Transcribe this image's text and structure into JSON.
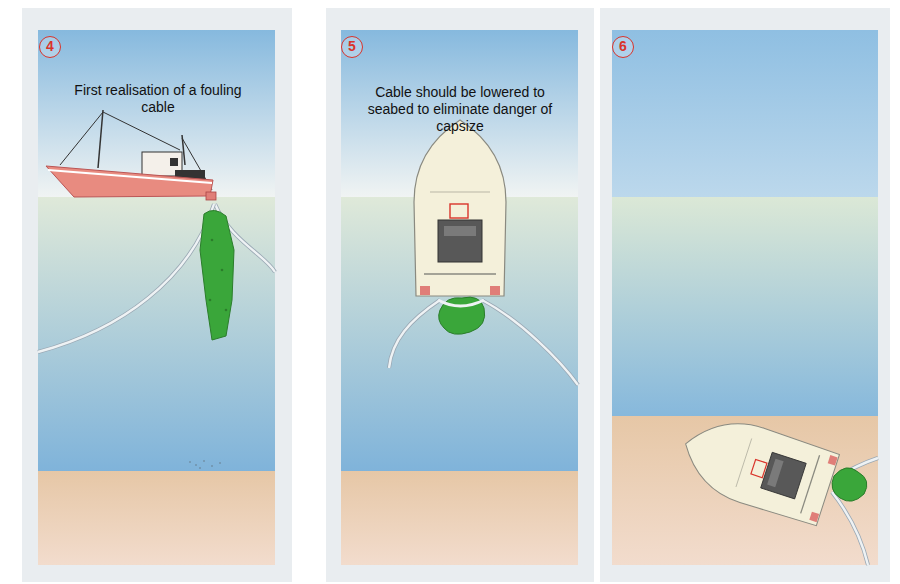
{
  "diagram": {
    "nodes": [
      {
        "text": [
          "4",
          "First realisation of a fouling cable"
        ]
      },
      {
        "text": [
          "5",
          "Cable should be lowered to seabed to eliminate danger of capsize"
        ]
      },
      {
        "text": [
          "6"
        ]
      }
    ]
  }
}
